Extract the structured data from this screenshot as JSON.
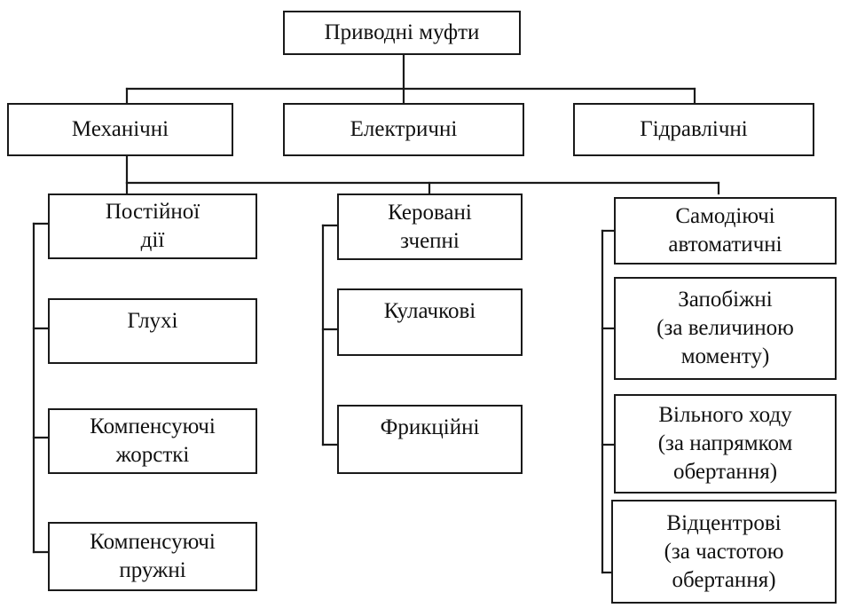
{
  "root": {
    "label": "Приводні  муфти"
  },
  "categories": [
    {
      "key": "mechanical",
      "label": "Механічні"
    },
    {
      "key": "electric",
      "label": "Електричні"
    },
    {
      "key": "hydraulic",
      "label": "Гідравлічні"
    }
  ],
  "groups": {
    "permanent": {
      "label": "Постійної\nдії",
      "items": [
        {
          "label": "Глухі"
        },
        {
          "label": "Компенсуючі\nжорсткі"
        },
        {
          "label": "Компенсуючі\nпружні"
        }
      ]
    },
    "controlled": {
      "label": "Керовані\nзчепні",
      "items": [
        {
          "label": "Кулачкові"
        },
        {
          "label": "Фрикційні"
        }
      ]
    },
    "automatic": {
      "label": "Самодіючі\nавтоматичні",
      "items": [
        {
          "label": "Запобіжні\n(за величиною\nмоменту)"
        },
        {
          "label": "Вільного ходу\n(за напрямком\nобертання)"
        },
        {
          "label": "Відцентрові\n(за частотою\nобертання)"
        }
      ]
    }
  }
}
